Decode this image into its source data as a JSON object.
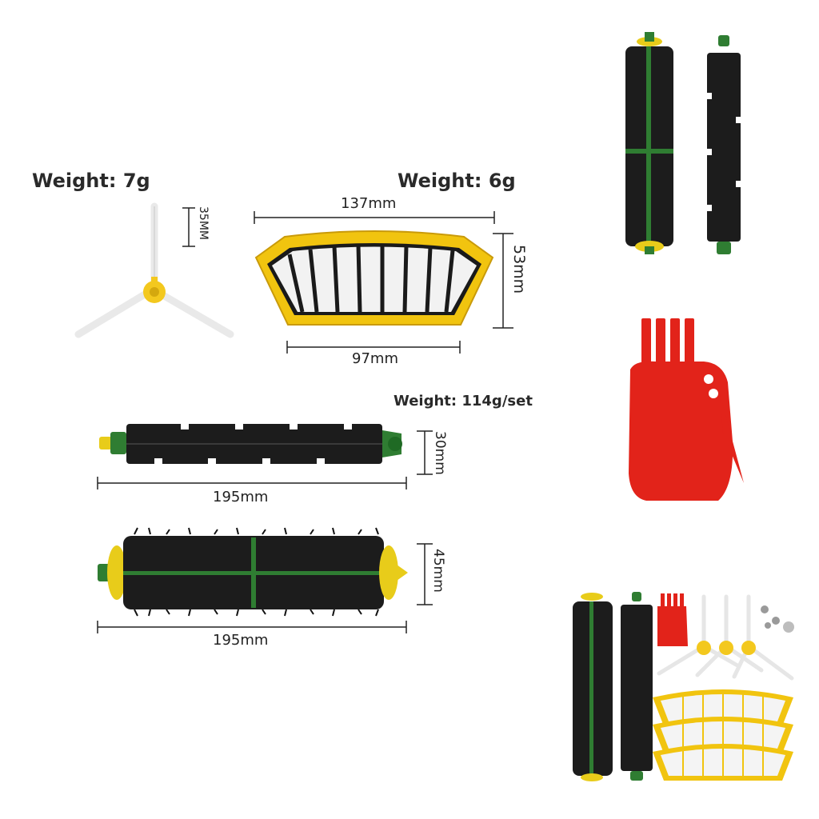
{
  "side_brush": {
    "weight": "Weight: 7g",
    "dim_height": "35MM"
  },
  "filter": {
    "weight": "Weight: 6g",
    "dim_top_width": "137mm",
    "dim_bottom_width": "97mm",
    "dim_height": "53mm"
  },
  "rollers": {
    "weight": "Weight: 114g/set",
    "flexible_beater": {
      "length": "195mm",
      "diameter": "30mm"
    },
    "bristle_brush": {
      "length": "195mm",
      "diameter": "45mm"
    }
  },
  "colors": {
    "bristle": "#1c1c1c",
    "green_core": "#2f7d32",
    "yellow_cap": "#e8cc1a",
    "tool_red": "#e2231a",
    "filter_yellow": "#f1c40f"
  }
}
